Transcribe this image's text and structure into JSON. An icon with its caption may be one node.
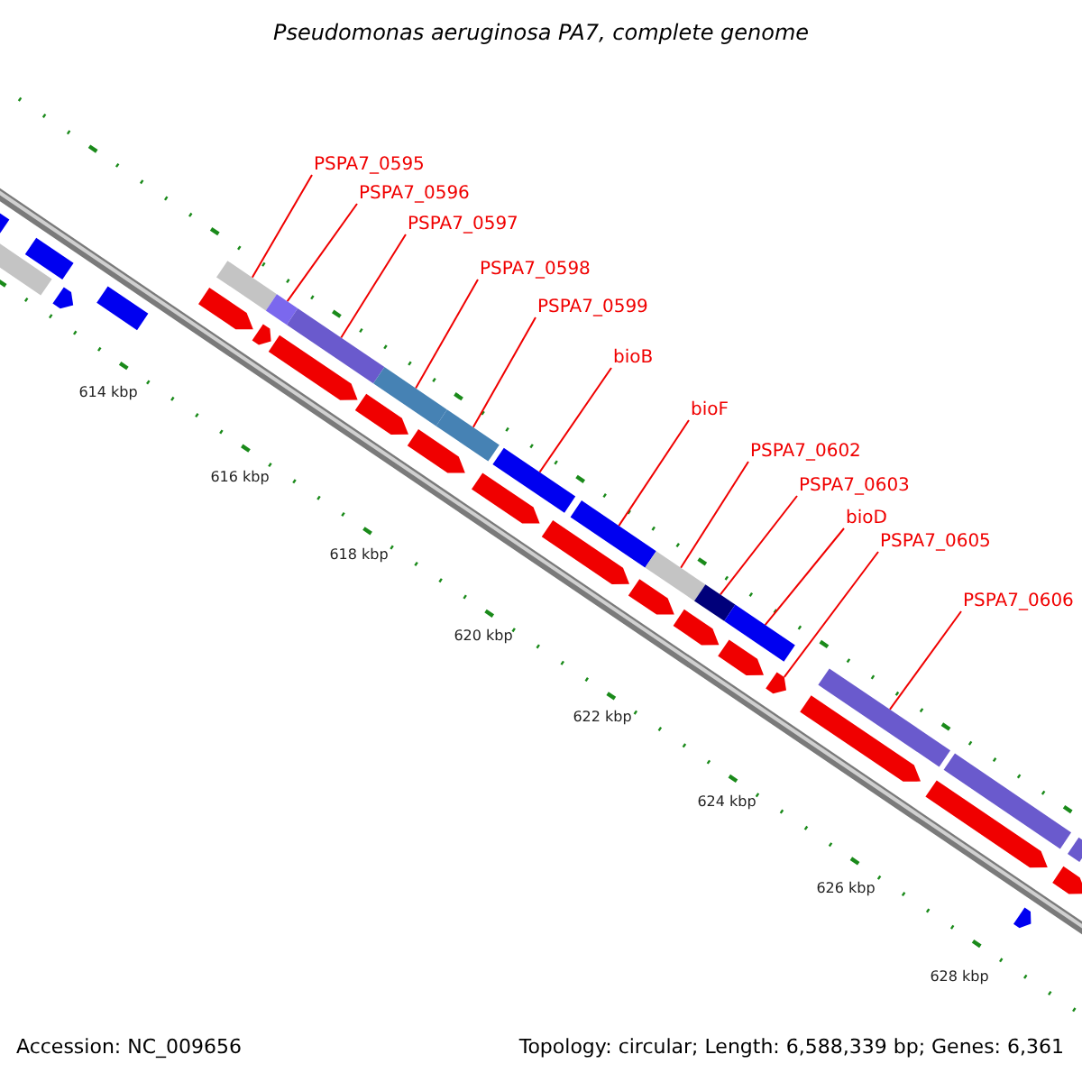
{
  "diagram": {
    "title": "Pseudomonas aeruginosa PA7, complete genome",
    "nodes": [
      {
        "text": [
          "PSPA7_0595"
        ]
      },
      {
        "text": [
          "PSPA7_0596"
        ]
      },
      {
        "text": [
          "PSPA7_0597"
        ]
      },
      {
        "text": [
          "PSPA7_0598"
        ]
      },
      {
        "text": [
          "PSPA7_0599"
        ]
      },
      {
        "text": [
          "bioB"
        ]
      },
      {
        "text": [
          "bioF"
        ]
      },
      {
        "text": [
          "PSPA7_0602"
        ]
      },
      {
        "text": [
          "PSPA7_0603"
        ]
      },
      {
        "text": [
          "bioD"
        ]
      },
      {
        "text": [
          "PSPA7_0605"
        ]
      },
      {
        "text": [
          "PSPA7_0606"
        ]
      },
      {
        "text": [],
        "shape": "bar"
      },
      {
        "text": [],
        "shape": "bar"
      },
      {
        "text": [],
        "shape": "bar"
      },
      {
        "text": [],
        "shape": "bar"
      },
      {
        "text": [],
        "shape": "bar"
      },
      {
        "text": [],
        "shape": "bar"
      },
      {
        "text": [],
        "shape": "bar"
      },
      {
        "text": [],
        "shape": "bar"
      },
      {
        "text": [],
        "shape": "bar"
      },
      {
        "text": [],
        "shape": "bar"
      },
      {
        "text": [],
        "shape": "bar"
      },
      {
        "text": [],
        "shape": "bar"
      },
      {
        "text": [],
        "shape": "bar"
      },
      {
        "text": [],
        "shape": "bar"
      },
      {
        "text": [],
        "shape": "bar"
      },
      {
        "text": [],
        "shape": "bar"
      },
      {
        "text": [],
        "shape": "bar"
      },
      {
        "text": [],
        "shape": "bar"
      },
      {
        "text": [],
        "shape": "bar"
      },
      {
        "text": [],
        "shape": "bar"
      },
      {
        "text": [],
        "shape": "bar"
      },
      {
        "text": [],
        "shape": "bar"
      },
      {
        "text": [],
        "shape": "bar"
      },
      {
        "text": [],
        "shape": "bar"
      },
      {
        "text": [],
        "shape": "bar"
      },
      {
        "text": [],
        "shape": "bar"
      },
      {
        "text": [],
        "shape": "bar"
      },
      {
        "text": [],
        "shape": "bar"
      },
      {
        "text": [],
        "shape": "bar"
      },
      {
        "text": [],
        "shape": "bar"
      },
      {
        "text": [],
        "shape": "bar"
      },
      {
        "text": [],
        "shape": "bar"
      },
      {
        "text": [],
        "shape": "bar"
      }
    ],
    "edges": [
      {
        "from": 0,
        "to": 17,
        "arrow": "none"
      },
      {
        "from": 1,
        "to": 19,
        "arrow": "none"
      },
      {
        "from": 2,
        "to": 21,
        "arrow": "none"
      },
      {
        "from": 3,
        "to": 23,
        "arrow": "none"
      },
      {
        "from": 4,
        "to": 26,
        "arrow": "none"
      },
      {
        "from": 5,
        "to": 28,
        "arrow": "none"
      },
      {
        "from": 6,
        "to": 30,
        "arrow": "none"
      },
      {
        "from": 7,
        "to": 31,
        "arrow": "none"
      },
      {
        "from": 8,
        "to": 34,
        "arrow": "none"
      },
      {
        "from": 9,
        "to": 35,
        "arrow": "none"
      },
      {
        "from": 10,
        "to": 37,
        "arrow": "none"
      },
      {
        "from": 11,
        "to": 39,
        "arrow": "none"
      }
    ],
    "labels": [
      "614 kbp",
      "616 kbp",
      "618 kbp",
      "620 kbp",
      "622 kbp",
      "624 kbp",
      "626 kbp",
      "628 kbp",
      "Accession: NC_009656",
      "Topology: circular; Length: 6,588,339 bp; Genes: 6,361"
    ]
  }
}
